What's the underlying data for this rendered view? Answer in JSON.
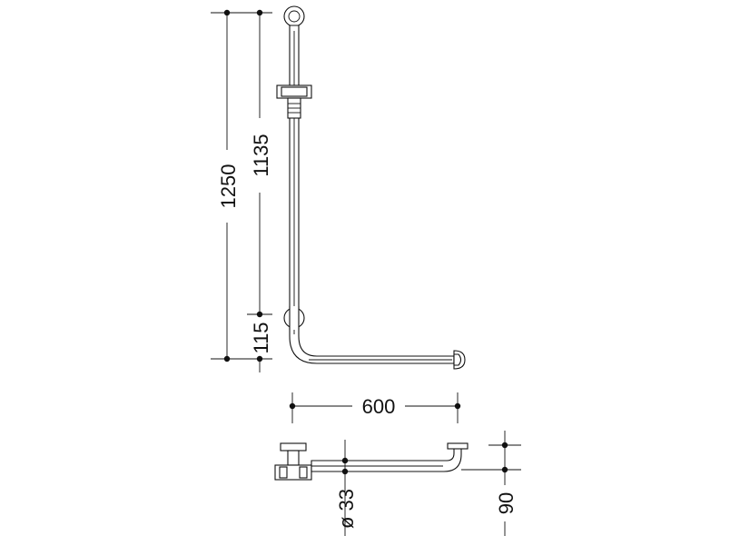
{
  "dimensions": {
    "total_height": "1250",
    "rail_height": "1135",
    "base_offset": "115",
    "horizontal_length": "600",
    "tube_diameter": "ø 33",
    "wall_distance": "90"
  },
  "colors": {
    "line": "#111111",
    "background": "#ffffff"
  }
}
